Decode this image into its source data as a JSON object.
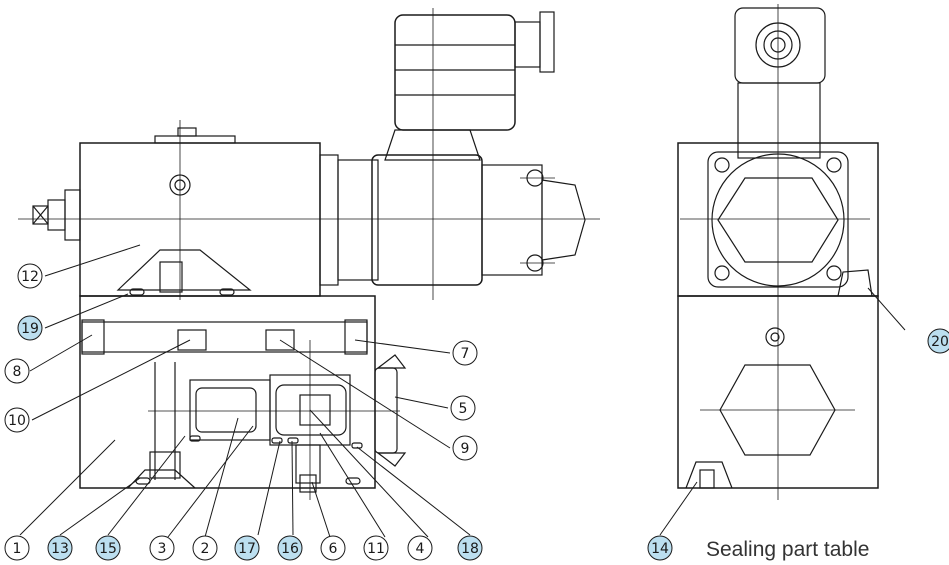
{
  "caption": "Sealing part table",
  "callouts": [
    {
      "id": "c1",
      "text": "1",
      "seal": false
    },
    {
      "id": "c2",
      "text": "2",
      "seal": false
    },
    {
      "id": "c3",
      "text": "3",
      "seal": false
    },
    {
      "id": "c4",
      "text": "4",
      "seal": false
    },
    {
      "id": "c5",
      "text": "5",
      "seal": false
    },
    {
      "id": "c6",
      "text": "6",
      "seal": false
    },
    {
      "id": "c7",
      "text": "7",
      "seal": false
    },
    {
      "id": "c8",
      "text": "8",
      "seal": false
    },
    {
      "id": "c9",
      "text": "9",
      "seal": false
    },
    {
      "id": "c10",
      "text": "10",
      "seal": false
    },
    {
      "id": "c11",
      "text": "11",
      "seal": false
    },
    {
      "id": "c12",
      "text": "12",
      "seal": false
    },
    {
      "id": "c13",
      "text": "13",
      "seal": true
    },
    {
      "id": "c14",
      "text": "14",
      "seal": true
    },
    {
      "id": "c15",
      "text": "15",
      "seal": true
    },
    {
      "id": "c16",
      "text": "16",
      "seal": true
    },
    {
      "id": "c17",
      "text": "17",
      "seal": true
    },
    {
      "id": "c18",
      "text": "18",
      "seal": true
    },
    {
      "id": "c19",
      "text": "19",
      "seal": true
    },
    {
      "id": "c20",
      "text": "20",
      "seal": true
    }
  ],
  "colors": {
    "line": "#1a1a1a",
    "seal_fill": "#bcdff0",
    "plain_fill": "#ffffff",
    "caption": "#333333"
  }
}
